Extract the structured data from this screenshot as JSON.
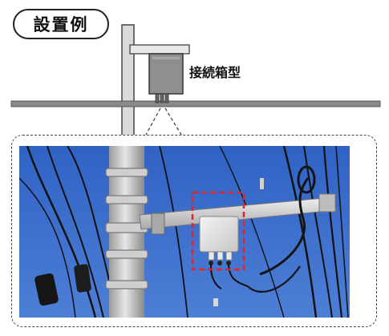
{
  "title": "設置例",
  "box_label": "接続箱型",
  "colors": {
    "sky": "#3f6fc8",
    "pole": "#d4d4d4",
    "box": "#8f8f8f",
    "highlight": "#e0262b"
  },
  "icons": {
    "pole": "utility-pole",
    "junction_box": "junction-box",
    "highlight": "red-dashed-rectangle"
  }
}
